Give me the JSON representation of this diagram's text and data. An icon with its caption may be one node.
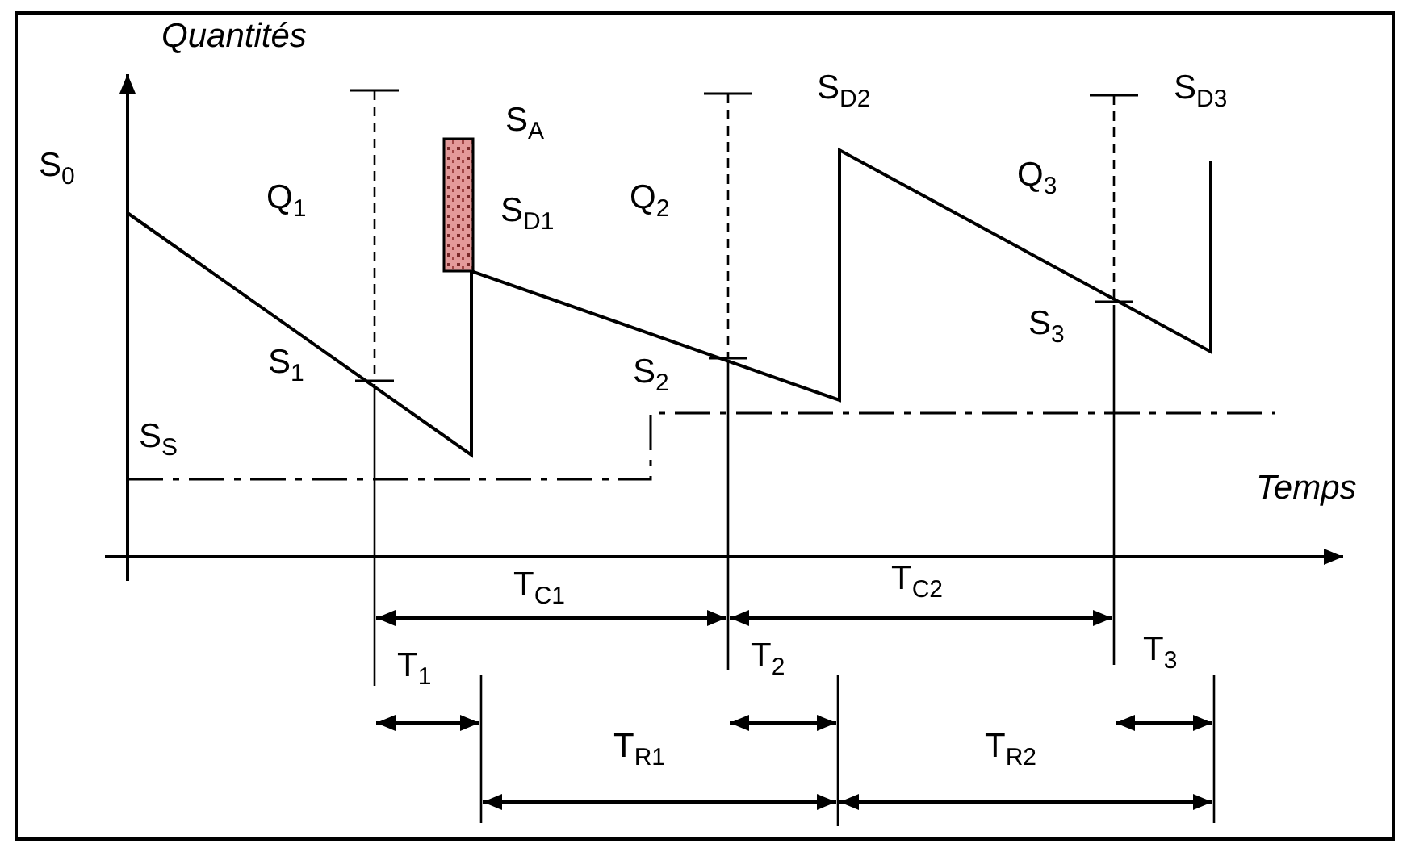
{
  "diagram": {
    "nodes": [
      {
        "text": [],
        "shape": "bar"
      }
    ],
    "labels": [
      "Quantités",
      "S$_{D2}$",
      "S$_{D3}$",
      "S$_{A}$",
      "S$_{0}$",
      "Q$_{1}$",
      "Q$_{2}$",
      "Q$_{3}$",
      "S$_{D1}$",
      "S$_{3}$",
      "S$_{1}$",
      "S$_{2}$",
      "S$_{S}$",
      "Temps",
      "T$_{C1}$",
      "T$_{C2}$",
      "T$_{3}$",
      "T$_{2}$",
      "T$_{1}$",
      "T$_{R1}$",
      "T$_{R2}$"
    ]
  }
}
